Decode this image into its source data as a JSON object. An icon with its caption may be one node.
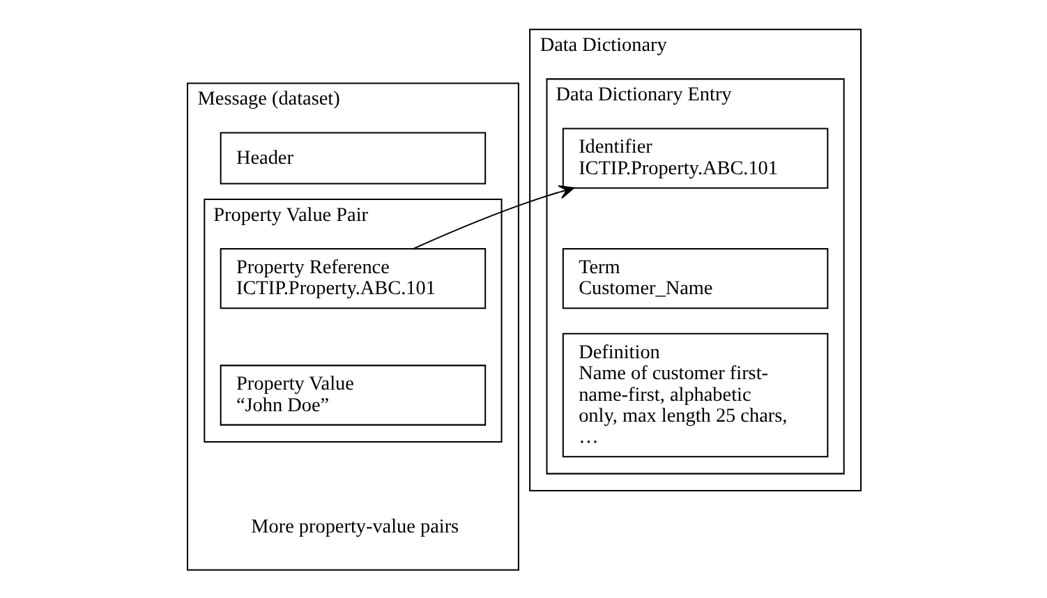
{
  "diagram": {
    "nodes": [
      {
        "text": [
          "Message (dataset)",
          "More property-value pairs"
        ]
      },
      {
        "text": [
          "Header"
        ],
        "in": 0
      },
      {
        "text": [
          "Property Value Pair"
        ],
        "in": 0
      },
      {
        "text": [
          "Property Reference",
          "ICTIP.Property.ABC.101"
        ],
        "in": 2
      },
      {
        "text": [
          "Property Value",
          "“John Doe”"
        ],
        "in": 2
      },
      {
        "text": [
          "Data Dictionary"
        ]
      },
      {
        "text": [
          "Data Dictionary Entry"
        ],
        "in": 5
      },
      {
        "text": [
          "Identifier",
          "ICTIP.Property.ABC.101"
        ],
        "in": 6
      },
      {
        "text": [
          "Term",
          "Customer_Name"
        ],
        "in": 6
      },
      {
        "text": [
          "Definition",
          "Name of customer first-name-first, alphabetic only, max length 25 chars, …"
        ],
        "in": 6
      }
    ],
    "edges": [
      {
        "from": 3,
        "to": 7,
        "arrow": "to"
      }
    ]
  }
}
